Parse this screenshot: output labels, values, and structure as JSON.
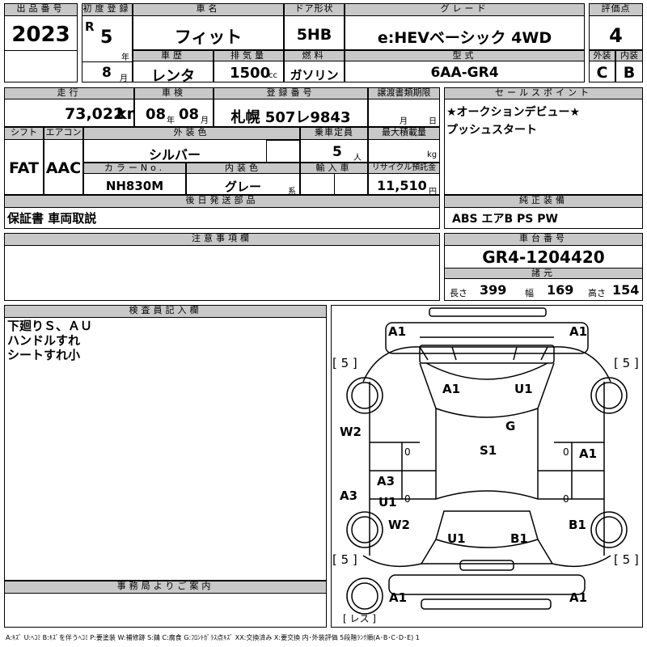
{
  "header": {
    "lot_label": "出品番号",
    "lot_value": "2023",
    "first_reg_label": "初度登録",
    "era": "R",
    "reg_year": "5",
    "year_unit": "年",
    "month": "8",
    "month_unit": "月",
    "car_name_label": "車名",
    "car_name": "フィット",
    "door_label": "ドア形状",
    "door": "5HB",
    "grade_label": "グレード",
    "grade": "e:HEVベーシック 4WD",
    "score_label": "評価点",
    "score": "4"
  },
  "row2": {
    "history_label": "車歴",
    "history": "レンタ",
    "displacement_label": "排気量",
    "displacement": "1500",
    "cc": "cc",
    "fuel_label": "燃料",
    "fuel": "ガソリン",
    "model_label": "型式",
    "model": "6AA-GR4",
    "exterior_label": "外装",
    "exterior": "C",
    "interior_label": "内装",
    "interior": "B"
  },
  "row3": {
    "mileage_label": "走行",
    "mileage": "73,022",
    "km": "km",
    "inspection_label": "車検",
    "insp_year": "08",
    "insp_y_unit": "年",
    "insp_month": "08",
    "insp_m_unit": "月",
    "plate_label": "登録番号",
    "plate": "札幌 507レ9843",
    "transfer_label": "譲渡書類期限",
    "transfer_m": "月",
    "transfer_d": "日"
  },
  "row4": {
    "shift_label": "シフト",
    "shift": "FAT",
    "ac_label": "エアコン",
    "ac": "AAC",
    "color_label": "外装色",
    "color": "シルバー",
    "capacity_label": "乗車定員",
    "capacity": "5",
    "capacity_unit": "人",
    "load_label": "最大積載量",
    "load_unit": "kg",
    "color_no_label": "カラーNo.",
    "color_no": "NH830M",
    "interior_color_label": "内装色",
    "interior_color": "グレー",
    "interior_color_unit": "系",
    "import_label": "輸入車",
    "recycle_label": "リサイクル預託金",
    "recycle": "11,510",
    "recycle_unit": "円"
  },
  "sales": {
    "label": "セールスポイント",
    "lines": [
      "★オークションデビュー★",
      "プッシュスタート"
    ]
  },
  "later": {
    "label": "後日発送部品",
    "value": "保証書 車両取説"
  },
  "equip": {
    "label": "純正装備",
    "value": "ABS エアB PS PW"
  },
  "caution": {
    "label": "注意事項欄"
  },
  "chassis": {
    "label": "車台番号",
    "value": "GR4-1204420",
    "spec_label": "諸元",
    "length_label": "長さ",
    "length": "399",
    "width_label": "幅",
    "width": "169",
    "height_label": "高さ",
    "height": "154"
  },
  "inspector": {
    "label": "検査員記入欄",
    "lines": [
      "下廻りＳ、ＡＵ",
      "ハンドルすれ",
      "シートすれ小"
    ]
  },
  "office": {
    "label": "事務局よりご案内"
  },
  "diagram": {
    "front_left": "A1",
    "front_right": "A1",
    "tire_fl": "[ 5 ]",
    "tire_fr": "[ 5 ]",
    "hood_a": "A1",
    "hood_u": "U1",
    "roof_g": "G",
    "roof_s": "S1",
    "left_front_door": "W2",
    "left_front_door_num": "0",
    "right_front_fender": "A1",
    "right_front_door_num": "0",
    "left_rear_a3": "A3",
    "left_rear_door_a": "A3",
    "left_rear_door_u": "U1",
    "left_rear_door_num": "0",
    "right_rear_door_num": "0",
    "left_rear_fender": "W2",
    "right_rear_fender": "B1",
    "trunk_u": "U1",
    "trunk_b": "B1",
    "tire_rl": "[ 5 ]",
    "tire_rr": "[ 5 ]",
    "rear_left": "A1",
    "rear_right": "A1",
    "spare": "[ レス ]"
  },
  "legend": "A:ｷｽﾞ U:ﾍｺﾐ B:ｷｽﾞを伴うﾍｺﾐ P:要塗装 W:補修跡 S:錆 C:腐食 G:ﾌﾛﾝﾄｶﾞﾗｽ点ｷｽﾞ XX:交換済み X:要交換 内･外装評価 5段階ﾗﾝｸ順(A･B･C･D･E) 1"
}
